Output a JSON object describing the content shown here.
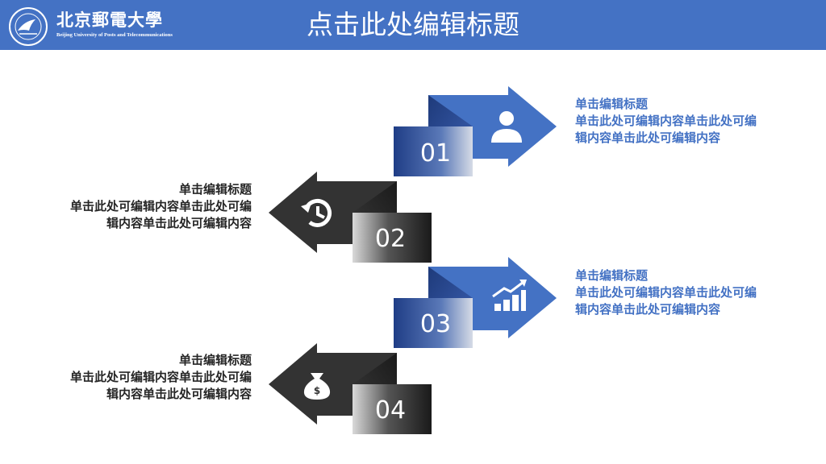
{
  "header": {
    "title": "点击此处编辑标题",
    "logo": {
      "name": "北京郵電大學",
      "subtitle": "Beijing University of Posts and Telecommunications"
    }
  },
  "colors": {
    "header": "#4472c4",
    "blue_text": "#4472c4",
    "dark_text": "#262626",
    "dark_arrow": "#333333"
  },
  "steps": [
    {
      "number": "01",
      "icon": "user-icon",
      "heading": "单击编辑标题",
      "body": "单击此处可编辑内容单击此处可编辑内容单击此处可编辑内容"
    },
    {
      "number": "02",
      "icon": "history-icon",
      "heading": "单击编辑标题",
      "body": "单击此处可编辑内容单击此处可编辑内容单击此处可编辑内容"
    },
    {
      "number": "03",
      "icon": "growth-chart-icon",
      "heading": "单击编辑标题",
      "body": "单击此处可编辑内容单击此处可编辑内容单击此处可编辑内容"
    },
    {
      "number": "04",
      "icon": "money-bag-icon",
      "heading": "单击编辑标题",
      "body": "单击此处可编辑内容单击此处可编辑内容单击此处可编辑内容"
    }
  ]
}
